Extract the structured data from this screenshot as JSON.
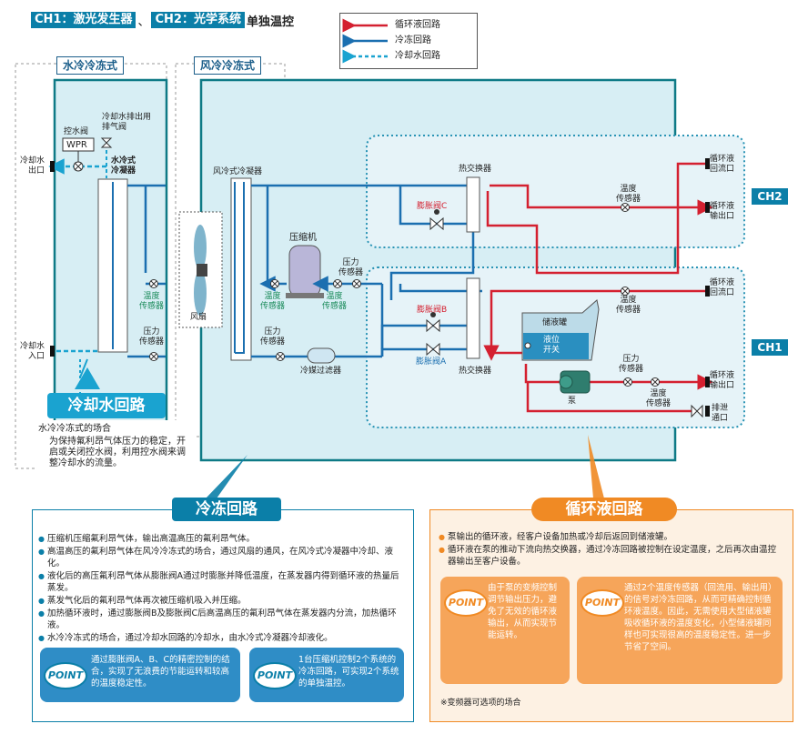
{
  "title": {
    "ch1_tag": "CH1：激光发生器",
    "sep": "、",
    "ch2_tag": "CH2：光学系统",
    "suffix": "单独温控"
  },
  "legend": {
    "items": [
      {
        "label": "循环液回路",
        "color": "#d42030"
      },
      {
        "label": "冷冻回路",
        "color": "#1b6fb0"
      },
      {
        "label": "冷却水回路",
        "color": "#1aa3d0"
      }
    ]
  },
  "diagram": {
    "water_cooled_tag": "水冷冷冻式",
    "air_cooled_tag": "风冷冷冻式",
    "ch2_label": "CH2",
    "ch1_label": "CH1",
    "labels": {
      "control_valve": "控水阀",
      "wpr": "WPR",
      "drain_valve": "冷却水排出用\n排气阀",
      "water_out": "冷却水\n出口",
      "water_in": "冷却水\n入口",
      "water_condenser": "水冷式\n冷凝器",
      "temp_sensor_1": "温度\n传感器",
      "pressure_sensor_1": "压力\n传感器",
      "air_condenser": "风冷式冷凝器",
      "fan": "风扇",
      "compressor": "压缩机",
      "temp_sensor_2": "温度\n传感器",
      "temp_sensor_3": "温度\n传感器",
      "pressure_sensor_2": "压力\n传感器",
      "pressure_sensor_3": "压力\n传感器",
      "refrigerant_filter": "冷媒过滤器",
      "heat_exchanger_top": "热交换器",
      "heat_exchanger_bottom": "热交换器",
      "exp_valve_c": "膨胀阀C",
      "exp_valve_b": "膨胀阀B",
      "exp_valve_a": "膨胀阀A",
      "temp_sensor_ch2": "温度\n传感器",
      "temp_sensor_ch1": "温度\n传感器",
      "ch2_return": "循环液\n回流口",
      "ch2_out": "循环液\n输出口",
      "ch1_return": "循环液\n回流口",
      "ch1_out": "循环液\n输出口",
      "tank": "储液罐",
      "level_switch": "液位\n开关",
      "pump": "泵",
      "pressure_sensor_ch1": "压力\n传感器",
      "temp_sensor_ch1b": "温度\n传感器",
      "drain_port": "排泄\n通口"
    }
  },
  "cooling_water": {
    "heading": "冷却水回路",
    "subheading": "水冷冷冻式的场合",
    "text": "为保持氟利昂气体压力的稳定，开启或关闭控水阀，利用控水阀来调整冷却水的流量。"
  },
  "refrigeration": {
    "heading": "冷冻回路",
    "bullets": [
      "压缩机压缩氟利昂气体，输出高温高压的氟利昂气体。",
      "高温高压的氟利昂气体在风冷冷冻式的场合，通过风扇的通风，在风冷式冷凝器中冷却、液化。",
      "液化后的高压氟利昂气体从膨胀阀A通过时膨胀并降低温度，在蒸发器内得到循环液的热量后蒸发。",
      "蒸发气化后的氟利昂气体再次被压缩机吸入并压缩。",
      "加热循环液时，通过膨胀阀B及膨胀阀C后高温高压的氟利昂气体在蒸发器内分流，加热循环液。",
      "水冷冷冻式的场合，通过冷却水回路的冷却水，由水冷式冷凝器冷却液化。"
    ],
    "point_label": "POINT",
    "point1": "通过膨胀阀A、B、C的精密控制的结合，实现了无浪费的节能运转和较高的温度稳定性。",
    "point2": "1台压缩机控制2个系统的冷冻回路，可实现2个系统的单独温控。"
  },
  "circulation": {
    "heading": "循环液回路",
    "bullets": [
      "泵输出的循环液，经客户设备加热或冷却后返回到储液罐。",
      "循环液在泵的推动下流向热交换器，通过冷冻回路被控制在设定温度，之后再次由温控器输出至客户设备。"
    ],
    "point_label": "POINT",
    "point1": "由于泵的变频控制调节输出压力，避免了无效的循环液输出，从而实现节能运转。",
    "point2": "通过2个温度传感器（回流用、输出用）的信号对冷冻回路，从而可精确控制循环液温度。因此，无需使用大型储液罐吸收循环液的温度变化，小型储液罐同样也可实现很高的温度稳定性。进一步节省了空间。",
    "footnote": "※变频器可选项的场合"
  }
}
